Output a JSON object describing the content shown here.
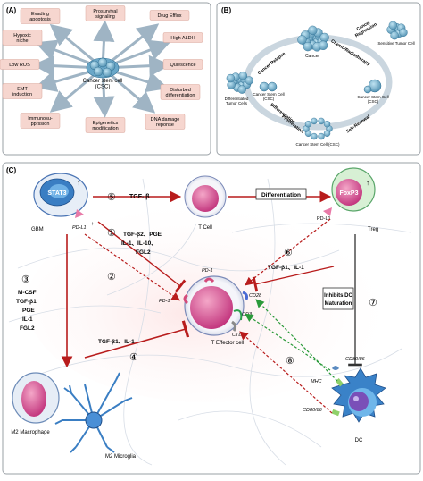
{
  "panelA": {
    "label": "(A)",
    "center": "Cancer stem cell\n(CSC)",
    "traits": [
      {
        "text": "Evading\napoptosis"
      },
      {
        "text": "Prosurvival\nsignaling"
      },
      {
        "text": "Drug Efflux"
      },
      {
        "text": "High ALDH"
      },
      {
        "text": "Quiescence"
      },
      {
        "text": "Disturbed\ndifferentiation"
      },
      {
        "text": "DNA damage\nreponse"
      },
      {
        "text": "Epigenetics\nmodification"
      },
      {
        "text": "Immunosu-\npprssion"
      },
      {
        "text": "EMT\ninduction"
      },
      {
        "text": "Low ROS"
      },
      {
        "text": "Hypoxic\nniche"
      }
    ]
  },
  "panelB": {
    "label": "(B)",
    "cancer": "Cancer",
    "sensitive": "Sensitive Tumor Cell",
    "csc_right": "Cancer Stem Cell\n(CSC)",
    "csc_bottom": "Cancer Stem Cell (CSC)",
    "csc_left": "Cancer Stem Cell\n(CSC)",
    "diff_cells": "Differentiated\nTumor Cells",
    "arrows": {
      "regression": "Cancer\nRegression",
      "chemo": "Chemo/Radiotherapy",
      "self_renewal": "Self-Renewal",
      "differentiation": "Differentiation",
      "proliferation": "Proliferation",
      "relapse": "Cancer Relapse"
    }
  },
  "panelC": {
    "label": "(C)",
    "cells": {
      "gbm": "GBM",
      "stat3": "STAT3",
      "tcell": "T Cell",
      "foxp3": "FoxP3",
      "treg": "Treg",
      "effector": "T Effector cell",
      "macrophage": "M2 Macrophage",
      "microglia": "M2 Microglia",
      "dc": "DC"
    },
    "receptors": {
      "pdl1_gbm": "PD-L1",
      "pdl1_treg": "PD-L1",
      "pd1_top": "PD-1",
      "pd1_left": "PD-1",
      "cd28": "CD28",
      "cd3": "CD3",
      "ctla4": "CTLA4",
      "mhc": "MHC",
      "cd80_86_top": "CD80/86",
      "cd80_86_left": "CD80/86"
    },
    "labels": {
      "n5": "⑤",
      "tgfb_top": "TGF- β",
      "n1": "①",
      "factors1a": "TGF-β2、PGE",
      "factors1b": "IL-1、IL-10、",
      "factors1c": "FGL2",
      "n2": "②",
      "n3": "③",
      "left1": "M-CSF",
      "left2": "TGF-β1",
      "left3": "PGE",
      "left4": "IL-1",
      "left5": "FGL2",
      "n4": "④",
      "tgfb1_il1_left": "TGF-β1、IL-1",
      "n6": "⑥",
      "tgfb1_il1_right": "TGF-β1、IL-1",
      "differentiation": "Differentiation",
      "inhibits1": "Inhibits DC",
      "inhibits2": "Maturation",
      "n7": "⑦",
      "n8": "⑧"
    }
  }
}
